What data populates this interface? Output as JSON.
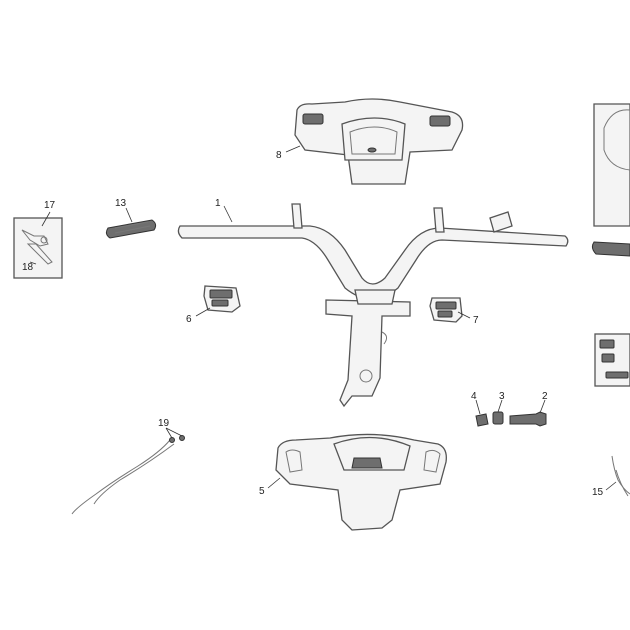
{
  "diagram": {
    "callouts": {
      "c1": "1",
      "c2": "2",
      "c3": "3",
      "c4": "4",
      "c5": "5",
      "c6": "6",
      "c7": "7",
      "c8": "8",
      "c13": "13",
      "c15": "15",
      "c17": "17",
      "c18": "18",
      "c19": "19"
    }
  }
}
